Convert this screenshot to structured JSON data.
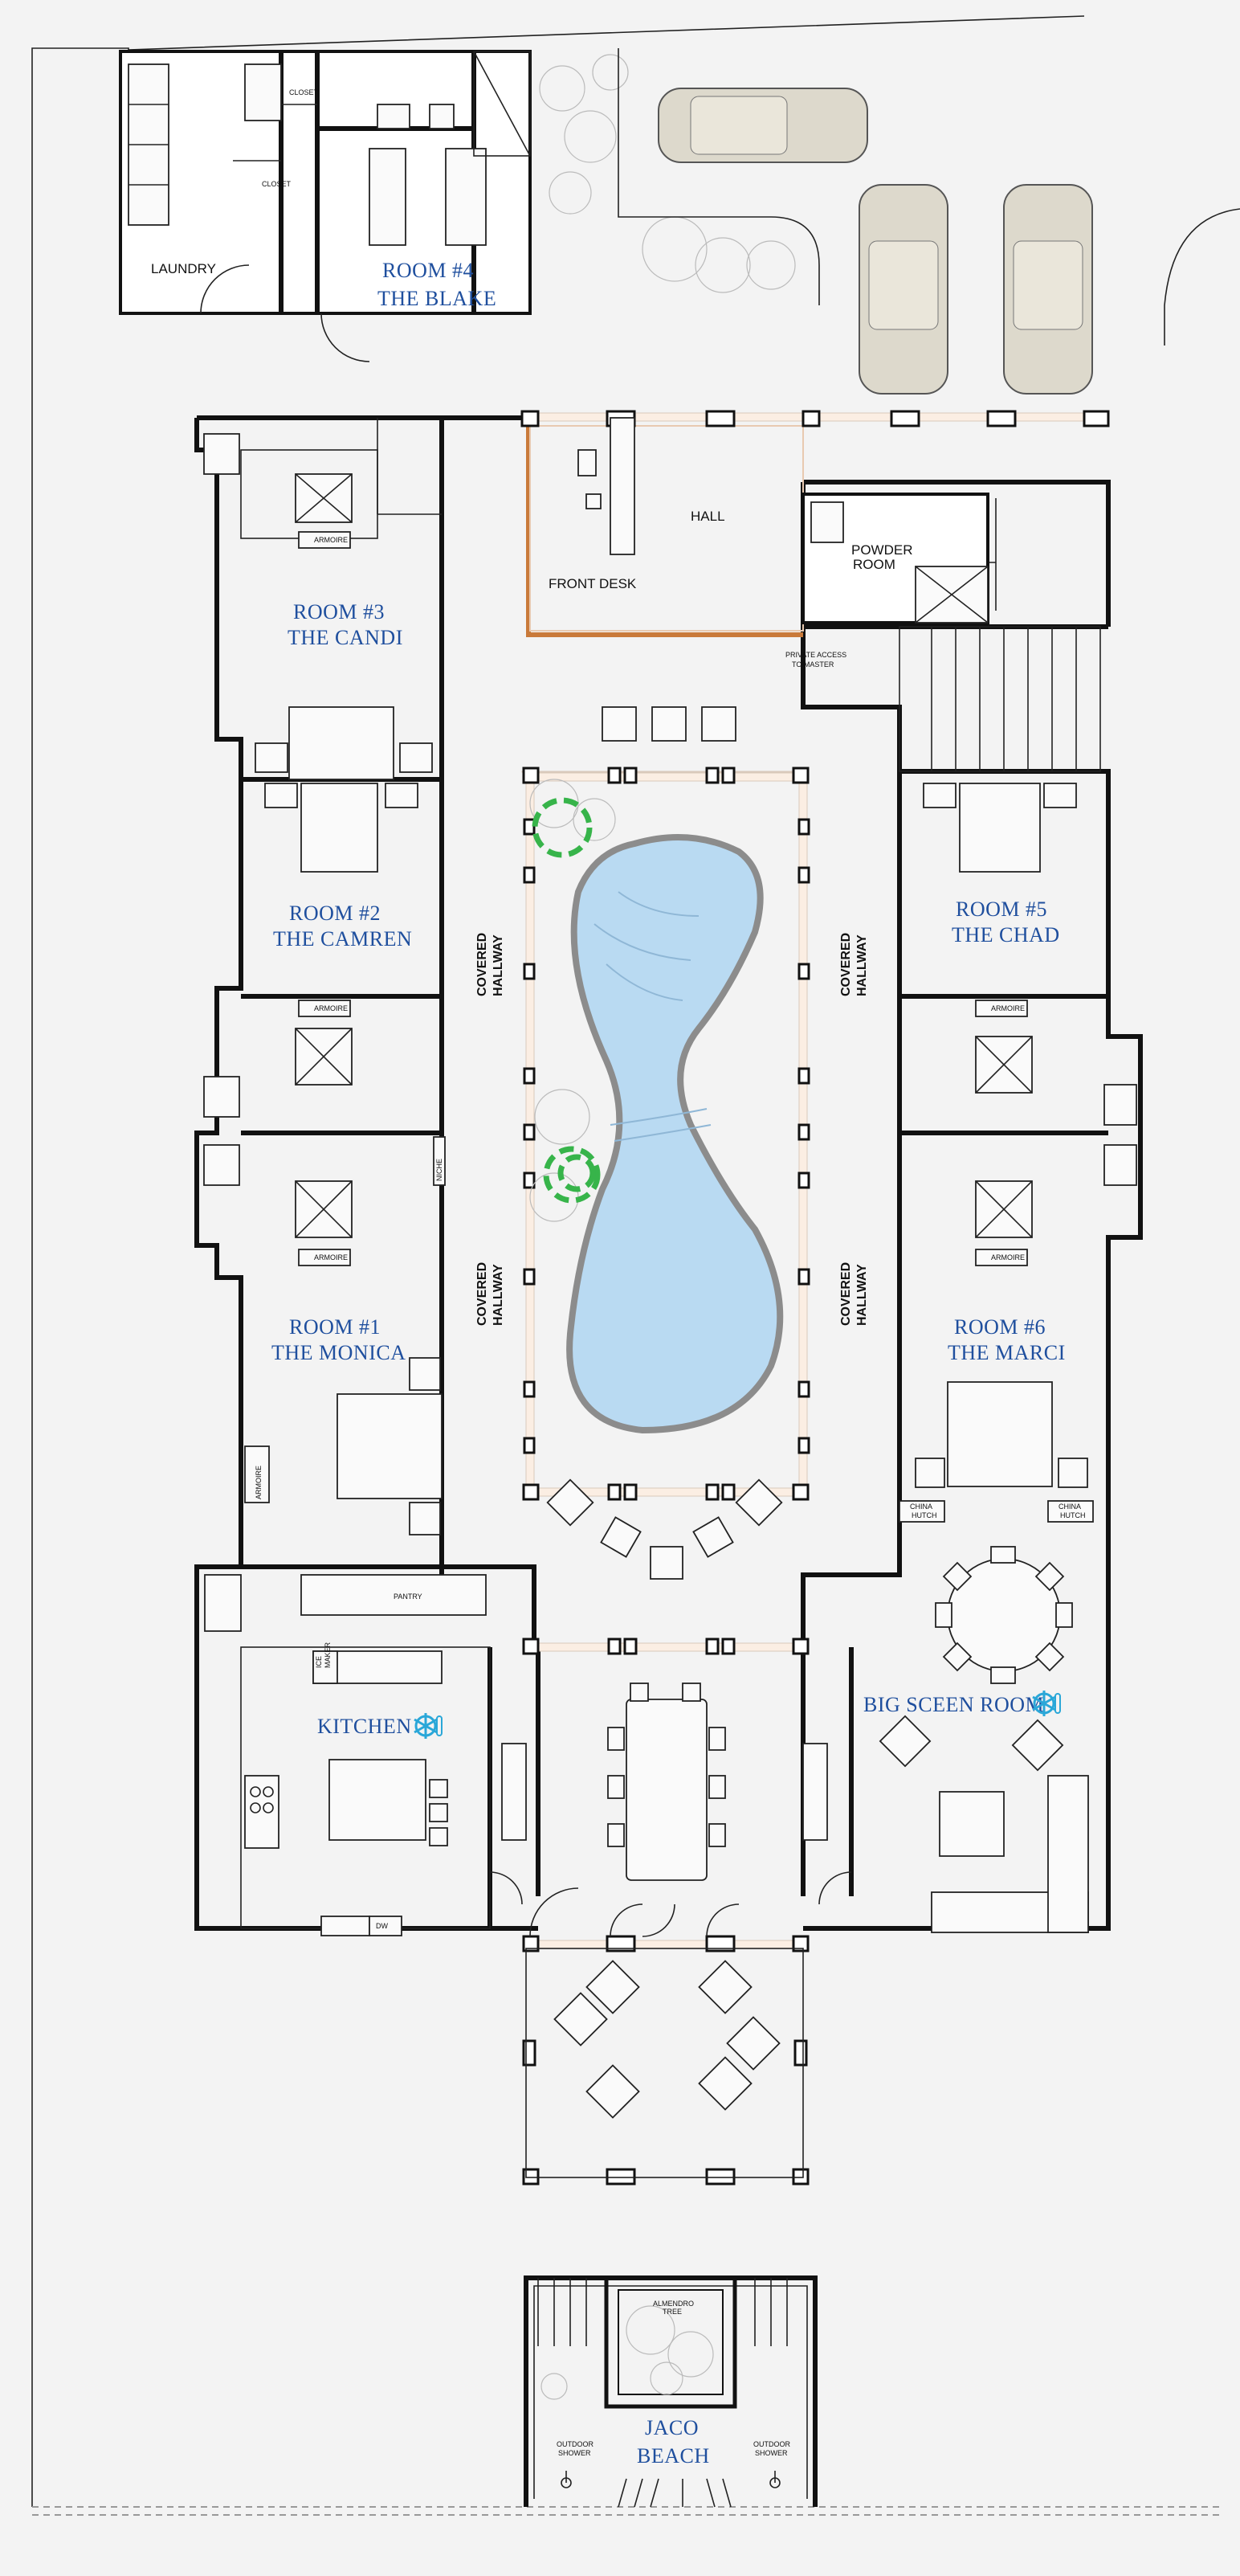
{
  "rooms": {
    "room4": {
      "line1": "ROOM #4",
      "line2": "THE BLAKE"
    },
    "room3": {
      "line1": "ROOM #3",
      "line2": "THE CANDI"
    },
    "room2": {
      "line1": "ROOM #2",
      "line2": "THE CAMREN"
    },
    "room1": {
      "line1": "ROOM #1",
      "line2": "THE MONICA"
    },
    "room5": {
      "line1": "ROOM #5",
      "line2": "THE CHAD"
    },
    "room6": {
      "line1": "ROOM #6",
      "line2": "THE MARCI"
    }
  },
  "areas": {
    "laundry": "LAUNDRY",
    "closet_top": "CLOSET",
    "closet_mid": "CLOSET",
    "hall": "HALL",
    "front_desk": "FRONT DESK",
    "powder_room_1": "POWDER",
    "powder_room_2": "ROOM",
    "private_access_1": "PRIVATE ACCESS",
    "private_access_2": "TO MASTER",
    "covered_hallway_1": "COVERED",
    "covered_hallway_2": "HALLWAY",
    "armoire": "ARMOIRE",
    "niche": "NICHE",
    "pantry": "PANTRY",
    "ice_maker_1": "ICE",
    "ice_maker_2": "MAKER",
    "kitchen": "KITCHEN",
    "dw": "DW",
    "big_screen_room": "BIG SCEEN ROOM",
    "china_hutch_1": "CHINA",
    "china_hutch_2": "HUTCH",
    "almendro_1": "ALMENDRO",
    "almendro_2": "TREE",
    "outdoor_shower_1": "OUTDOOR",
    "outdoor_shower_2": "SHOWER",
    "beach_1": "JACO",
    "beach_2": "BEACH"
  },
  "icons": {
    "ac_icon": "snowflake-thermometer",
    "ac_color": "#2aa7d8",
    "tree_marker_color": "#37b44a",
    "pool_color": "#b9daf2"
  }
}
